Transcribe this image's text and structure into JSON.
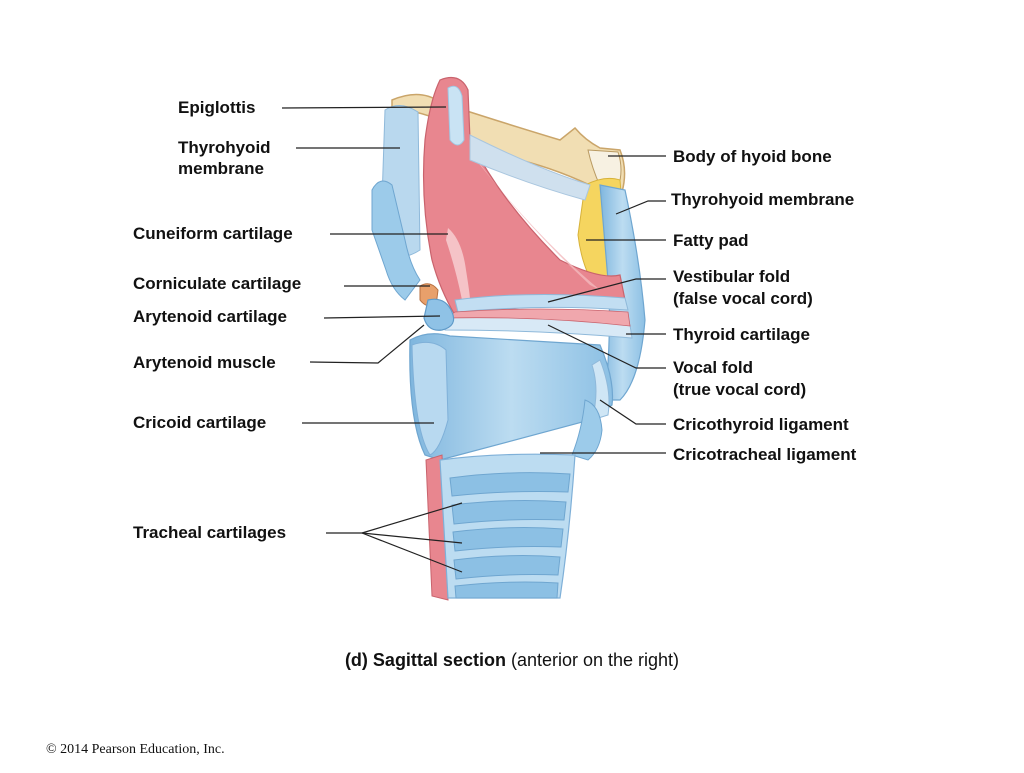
{
  "labels_left": {
    "epiglottis": "Epiglottis",
    "thyrohyoid_membrane_line1": "Thyrohyoid",
    "thyrohyoid_membrane_line2": "membrane",
    "cuneiform_cartilage": "Cuneiform cartilage",
    "corniculate_cartilage": "Corniculate cartilage",
    "arytenoid_cartilage": "Arytenoid cartilage",
    "arytenoid_muscle": "Arytenoid muscle",
    "cricoid_cartilage": "Cricoid cartilage",
    "tracheal_cartilages": "Tracheal cartilages"
  },
  "labels_right": {
    "body_of_hyoid_bone": "Body of hyoid bone",
    "thyrohyoid_membrane": "Thyrohyoid membrane",
    "fatty_pad": "Fatty pad",
    "vestibular_fold_line1": "Vestibular fold",
    "vestibular_fold_line2": "(false vocal cord)",
    "thyroid_cartilage": "Thyroid cartilage",
    "vocal_fold_line1": "Vocal fold",
    "vocal_fold_line2": "(true vocal cord)",
    "cricothyroid_ligament": "Cricothyroid ligament",
    "cricotracheal_ligament": "Cricotracheal ligament"
  },
  "caption": {
    "bold": "(d) Sagittal section",
    "normal": "(anterior on the right)"
  },
  "copyright": "© 2014 Pearson Education, Inc.",
  "colors": {
    "cartilage_blue": "#8ec3e6",
    "cartilage_light": "#cfe6f5",
    "mucosa_pink": "#e8868f",
    "mucosa_light": "#f3b9bd",
    "bone_tan": "#f1deb3",
    "fat_yellow": "#f5d55f",
    "leader": "#222222"
  }
}
